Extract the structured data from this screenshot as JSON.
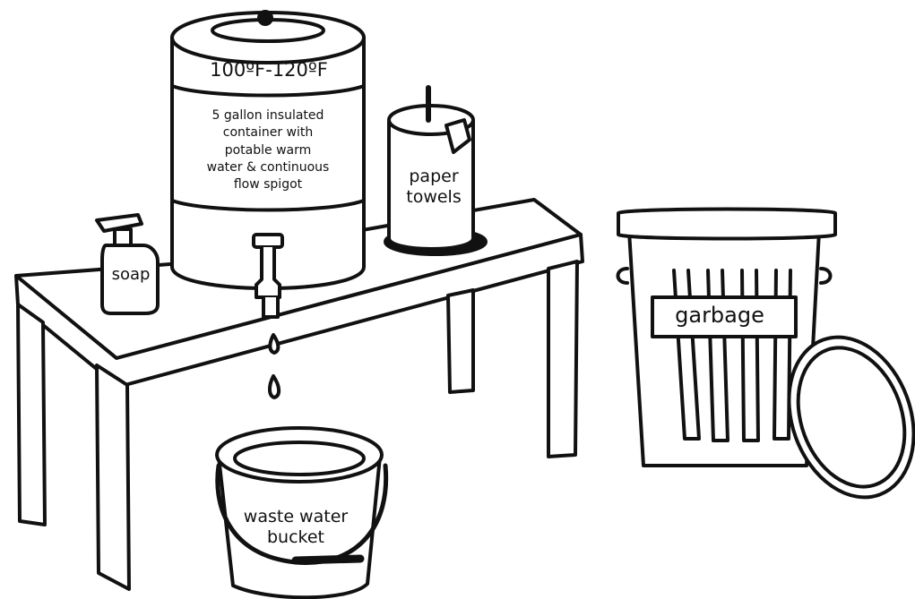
{
  "container": {
    "temperature": "100ºF-120ºF",
    "description": "5 gallon insulated\ncontainer with\npotable warm\nwater & continuous\nflow spigot"
  },
  "paper_towels": {
    "label": "paper\ntowels"
  },
  "soap": {
    "label": "soap"
  },
  "garbage": {
    "label": "garbage"
  },
  "bucket": {
    "label": "waste water\nbucket"
  }
}
